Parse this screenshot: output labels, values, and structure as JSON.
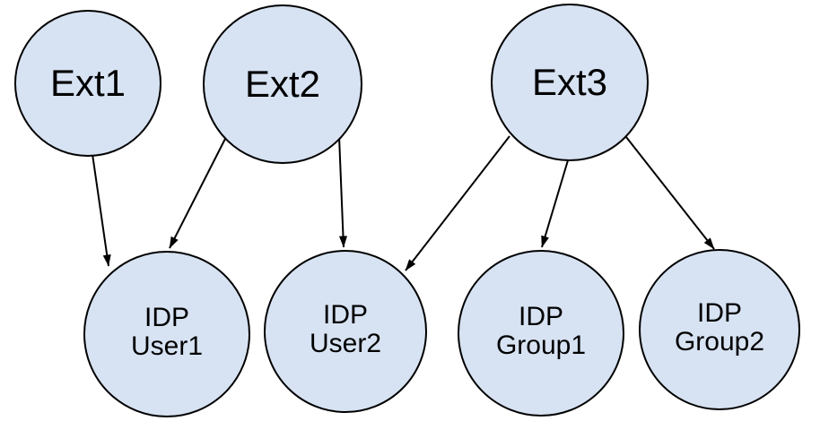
{
  "diagram": {
    "background_color": "#ffffff",
    "node_fill_color": "#d7e3f3",
    "node_stroke_color": "#000000",
    "edge_color": "#000000",
    "text_color": "#000000",
    "nodes": {
      "ext1": {
        "label": "Ext1"
      },
      "ext2": {
        "label": "Ext2"
      },
      "ext3": {
        "label": "Ext3"
      },
      "user1": {
        "label": "IDP\nUser1"
      },
      "user2": {
        "label": "IDP\nUser2"
      },
      "group1": {
        "label": "IDP\nGroup1"
      },
      "group2": {
        "label": "IDP\nGroup2"
      }
    },
    "edges": [
      {
        "from": "Ext1",
        "to": "IDP User1"
      },
      {
        "from": "Ext2",
        "to": "IDP User1"
      },
      {
        "from": "Ext2",
        "to": "IDP User2"
      },
      {
        "from": "Ext3",
        "to": "IDP User2"
      },
      {
        "from": "Ext3",
        "to": "IDP Group1"
      },
      {
        "from": "Ext3",
        "to": "IDP Group2"
      }
    ]
  }
}
